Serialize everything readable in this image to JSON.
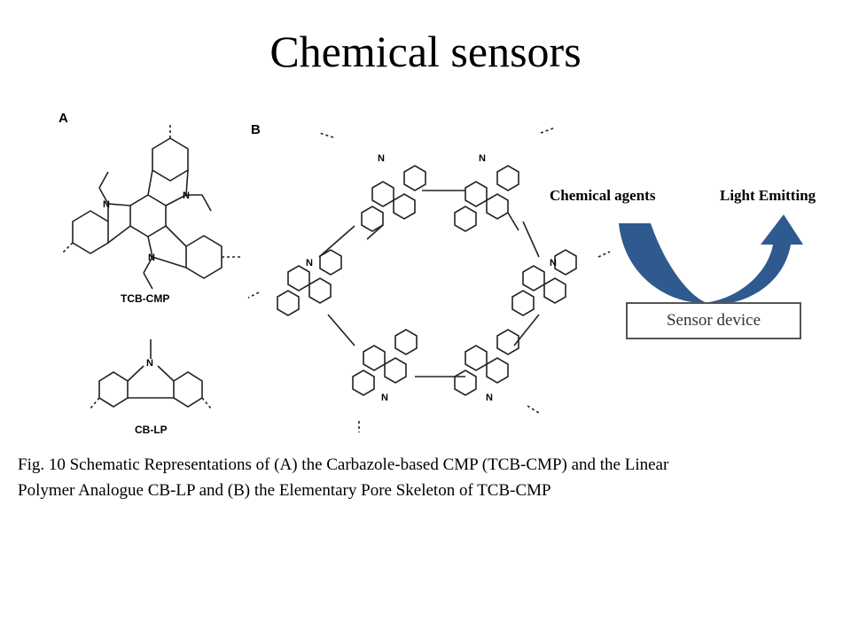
{
  "slide": {
    "title": "Chemical sensors"
  },
  "figure": {
    "panel_a": {
      "letter": "A",
      "compound_1": "TCB-CMP",
      "compound_2": "CB-LP"
    },
    "panel_b": {
      "letter": "B"
    },
    "atom_label": "N"
  },
  "sensor_diagram": {
    "input_label": "Chemical  agents",
    "output_label": "Light Emitting",
    "device_label": "Sensor device",
    "arrow_color": "#2F5A8F"
  },
  "caption": "Fig. 10 Schematic Representations of (A) the Carbazole-based CMP (TCB-CMP) and the Linear Polymer Analogue CB-LP and (B) the Elementary Pore Skeleton of TCB-CMP"
}
